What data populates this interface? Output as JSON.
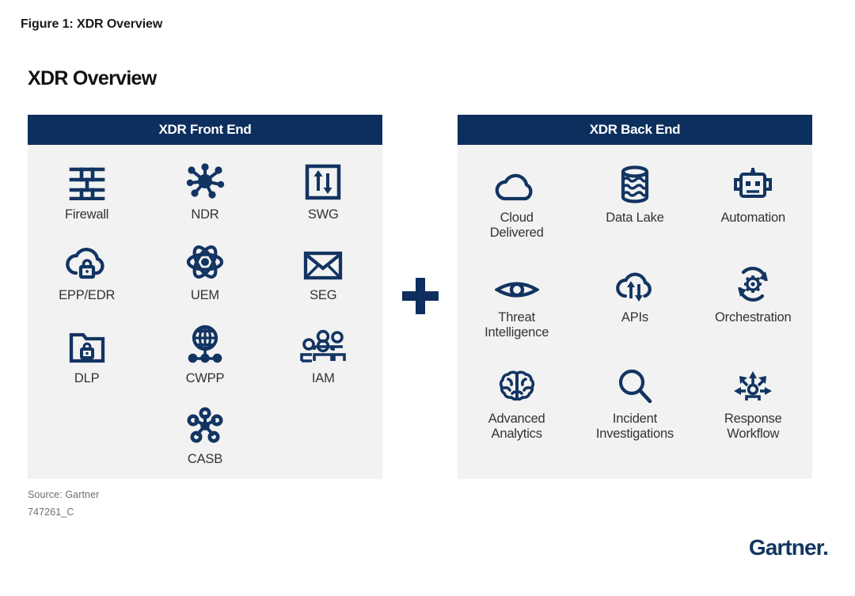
{
  "figure": {
    "caption": "Figure 1: XDR Overview"
  },
  "title": "XDR Overview",
  "separator": {
    "symbol": "+"
  },
  "colors": {
    "header_navy": "#0c2f5e",
    "panel_bg": "#f2f2f2",
    "icon_navy": "#123462",
    "label_text": "#333333",
    "source_text": "#6f6f6f",
    "logo_navy": "#13365f"
  },
  "panels": [
    {
      "id": "front-end",
      "header": "XDR Front End",
      "items": [
        {
          "label": "Firewall",
          "icon": "firewall-icon"
        },
        {
          "label": "NDR",
          "icon": "network-nodes-icon"
        },
        {
          "label": "SWG",
          "icon": "arrows-up-down-box-icon"
        },
        {
          "label": "EPP/EDR",
          "icon": "cloud-lock-icon"
        },
        {
          "label": "UEM",
          "icon": "atom-icon"
        },
        {
          "label": "SEG",
          "icon": "envelope-icon"
        },
        {
          "label": "DLP",
          "icon": "folder-lock-icon"
        },
        {
          "label": "CWPP",
          "icon": "globe-network-icon"
        },
        {
          "label": "IAM",
          "icon": "people-group-icon"
        },
        {
          "label": "",
          "icon": ""
        },
        {
          "label": "CASB",
          "icon": "hub-spoke-icon"
        },
        {
          "label": "",
          "icon": ""
        }
      ]
    },
    {
      "id": "back-end",
      "header": "XDR Back End",
      "items": [
        {
          "label": "Cloud\nDelivered",
          "icon": "cloud-icon"
        },
        {
          "label": "Data Lake",
          "icon": "database-waves-icon"
        },
        {
          "label": "Automation",
          "icon": "robot-icon"
        },
        {
          "label": "Threat\nIntelligence",
          "icon": "eye-icon"
        },
        {
          "label": "APIs",
          "icon": "cloud-sync-icon"
        },
        {
          "label": "Orchestration",
          "icon": "gear-refresh-icon"
        },
        {
          "label": "Advanced\nAnalytics",
          "icon": "brain-icon"
        },
        {
          "label": "Incident\nInvestigations",
          "icon": "magnifier-icon"
        },
        {
          "label": "Response\nWorkflow",
          "icon": "person-arrows-icon"
        }
      ]
    }
  ],
  "source": {
    "line1": "Source: Gartner",
    "line2": "747261_C"
  },
  "logo": {
    "text": "Gartner."
  }
}
